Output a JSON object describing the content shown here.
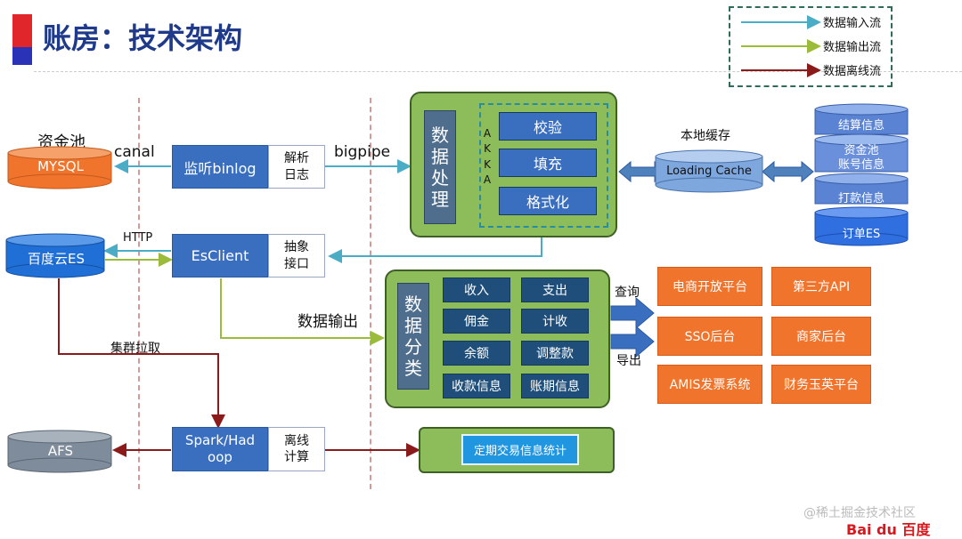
{
  "title": "账房：技术架构",
  "legend": {
    "input": "数据输入流",
    "output": "数据输出流",
    "offline": "数据离线流",
    "colors": {
      "input": "#4bacc6",
      "output": "#9bbb3b",
      "offline": "#8b1a1a"
    }
  },
  "sources": {
    "mysql": {
      "caption": "资金池",
      "label": "MYSQL"
    },
    "baiduyun": {
      "label": "百度云ES"
    },
    "afs": {
      "label": "AFS"
    }
  },
  "edge_labels": {
    "canal": "canal",
    "bigpipe": "bigpipe",
    "http": "HTTP",
    "cluster_pull": "集群拉取",
    "data_output": "数据输出",
    "query": "查询",
    "export": "导出",
    "local_cache": "本地缓存"
  },
  "modules": {
    "binlog": {
      "main": "监听binlog",
      "sub": "解析\n日志"
    },
    "esclient": {
      "main": "EsClient",
      "sub": "抽象\n接口"
    },
    "spark": {
      "main": "Spark/Had\noop",
      "sub": "离线\n计算"
    }
  },
  "processing": {
    "title": "数\n据\n处\n理",
    "akka": "A\nK\nK\nA",
    "steps": [
      "校验",
      "填充",
      "格式化"
    ]
  },
  "cache": {
    "label": "Loading Cache"
  },
  "info_stack": [
    "结算信息",
    "资金池\n账号信息",
    "打款信息",
    "订单ES"
  ],
  "classification": {
    "title": "数\n据\n分\n类",
    "cells": [
      "收入",
      "支出",
      "佣金",
      "计收",
      "余额",
      "调整款",
      "收款信息",
      "账期信息"
    ]
  },
  "targets": [
    "电商开放平台",
    "第三方API",
    "SSO后台",
    "商家后台",
    "AMIS发票系统",
    "财务玉英平台"
  ],
  "stats": {
    "label": "定期交易信息统计"
  },
  "watermark": "@稀土掘金技术社区",
  "logo": "Bai du 百度"
}
